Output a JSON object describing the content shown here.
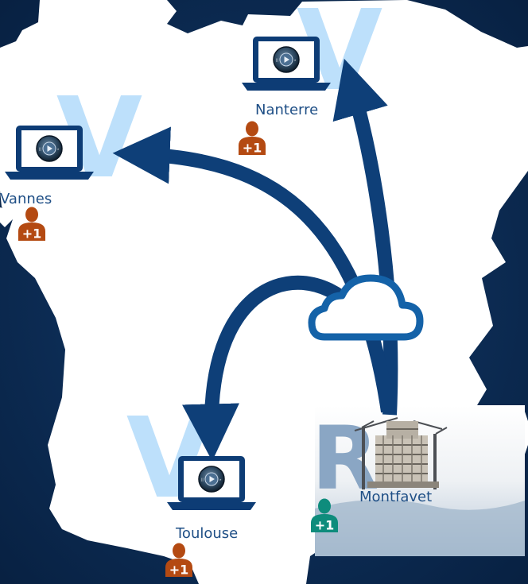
{
  "colors": {
    "background": "#0b2c55",
    "map": "#ffffff",
    "arrow": "#0e3f78",
    "cloud": "#1462a8",
    "letter_v": "#bde0fb",
    "letter_r": "#8aa6c4",
    "person_remote": "#b44a12",
    "person_site": "#0e8c7c",
    "label": "#1f4f86"
  },
  "hub": {
    "icon": "cloud-icon"
  },
  "site": {
    "name": "Montfavet",
    "letter": "R",
    "icon": "building-construction-icon",
    "person_badge": "+1"
  },
  "remotes": [
    {
      "name": "Nanterre",
      "letter": "V",
      "icon": "laptop-icon",
      "person_badge": "+1"
    },
    {
      "name": "Vannes",
      "letter": "V",
      "icon": "laptop-icon",
      "person_badge": "+1"
    },
    {
      "name": "Toulouse",
      "letter": "V",
      "icon": "laptop-icon",
      "person_badge": "+1"
    }
  ]
}
